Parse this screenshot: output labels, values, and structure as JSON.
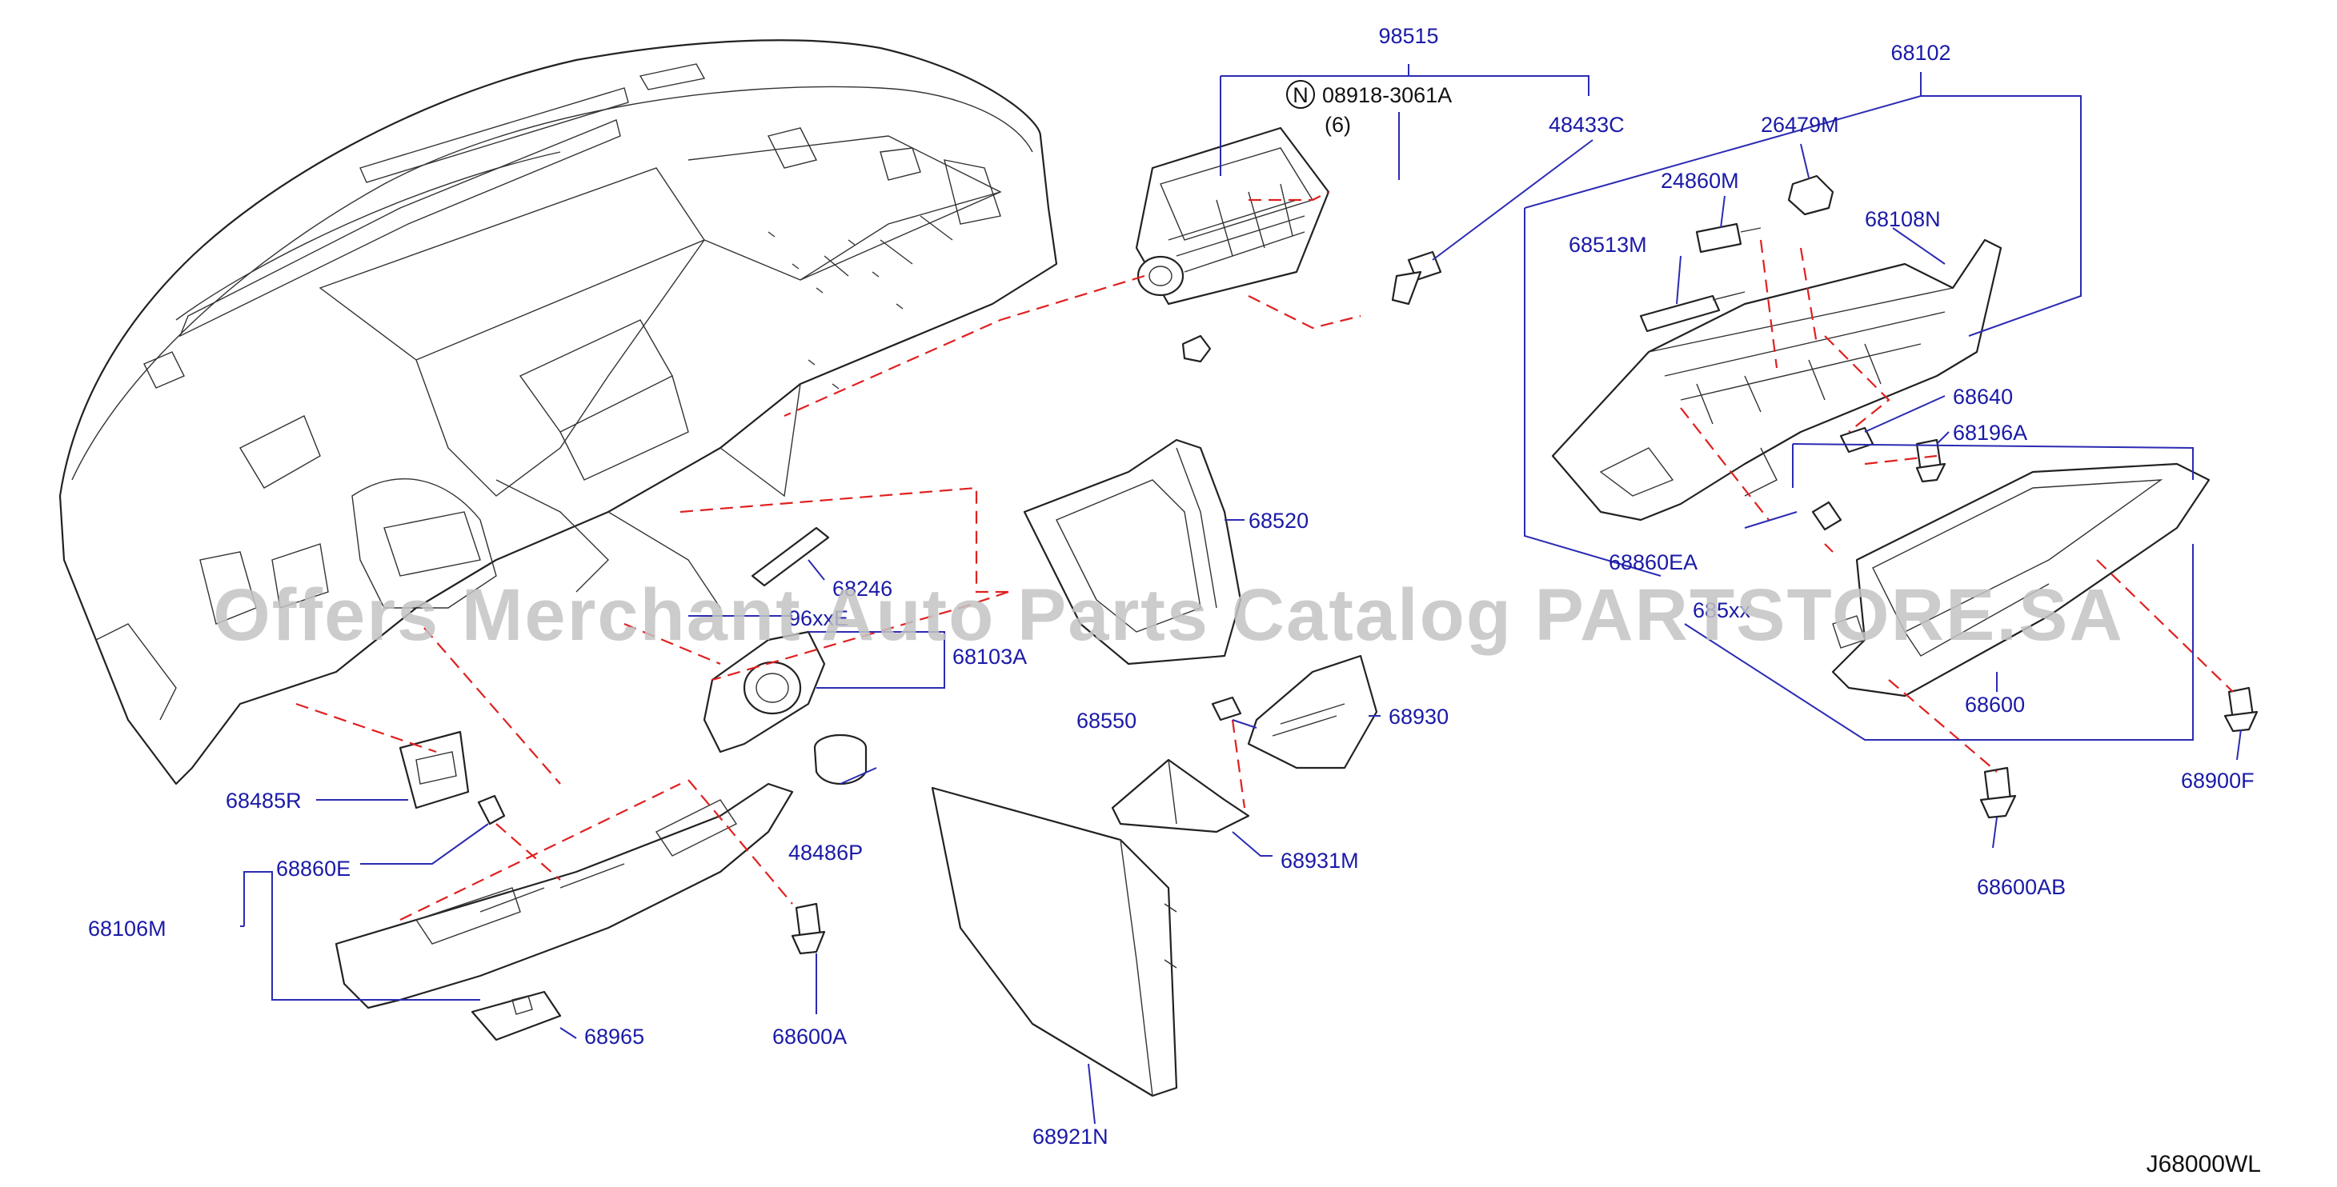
{
  "diagram_code": "J68000WL",
  "watermark": "Offers Merchant Auto Parts Catalog PARTSTORE.SA",
  "callouts": [
    {
      "id": "98515",
      "text": "98515"
    },
    {
      "id": "08918-3061A",
      "text": "08918-3061A"
    },
    {
      "id": "qty-6",
      "text": "(6)"
    },
    {
      "id": "48433C",
      "text": "48433C"
    },
    {
      "id": "68102",
      "text": "68102"
    },
    {
      "id": "26479M",
      "text": "26479M"
    },
    {
      "id": "24860M",
      "text": "24860M"
    },
    {
      "id": "68108N",
      "text": "68108N"
    },
    {
      "id": "68513M",
      "text": "68513M"
    },
    {
      "id": "68640",
      "text": "68640"
    },
    {
      "id": "68196A",
      "text": "68196A"
    },
    {
      "id": "68860EA",
      "text": "68860EA"
    },
    {
      "id": "68520",
      "text": "68520"
    },
    {
      "id": "68246",
      "text": "68246"
    },
    {
      "id": "96xxE",
      "text": "96xxE"
    },
    {
      "id": "68103A",
      "text": "68103A"
    },
    {
      "id": "68600",
      "text": "68600"
    },
    {
      "id": "68900F",
      "text": "68900F"
    },
    {
      "id": "68550",
      "text": "68550"
    },
    {
      "id": "68930",
      "text": "68930"
    },
    {
      "id": "68485R",
      "text": "68485R"
    },
    {
      "id": "48486P",
      "text": "48486P"
    },
    {
      "id": "68931M",
      "text": "68931M"
    },
    {
      "id": "68860E",
      "text": "68860E"
    },
    {
      "id": "68106M",
      "text": "68106M"
    },
    {
      "id": "68600AB",
      "text": "68600AB"
    },
    {
      "id": "68965",
      "text": "68965"
    },
    {
      "id": "68600A",
      "text": "68600A"
    },
    {
      "id": "68921N",
      "text": "68921N"
    },
    {
      "id": "685xx",
      "text": "685xx"
    }
  ],
  "n_symbol": "N"
}
